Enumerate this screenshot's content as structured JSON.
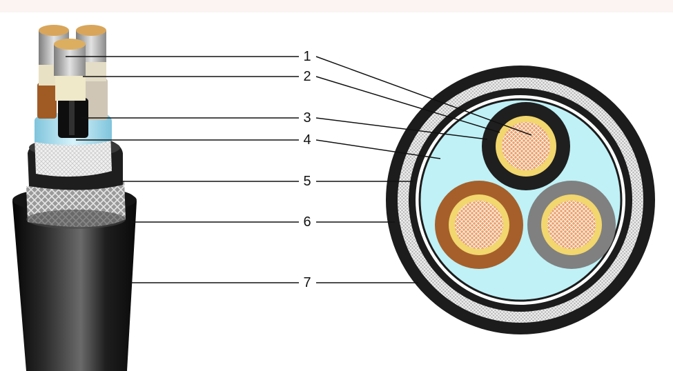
{
  "callouts": [
    {
      "label": "1"
    },
    {
      "label": "2"
    },
    {
      "label": "3"
    },
    {
      "label": "4"
    },
    {
      "label": "5"
    },
    {
      "label": "6"
    },
    {
      "label": "7"
    }
  ],
  "colors": {
    "outer_sheath": "#1c1c1c",
    "armour": "#c9c9c9",
    "filler": "#bff1f6",
    "core_black": "#1f1f1f",
    "core_brown": "#a65f2a",
    "core_grey": "#808080",
    "insulation_ring": "#f2d66e",
    "conductor": "#e89a64"
  }
}
